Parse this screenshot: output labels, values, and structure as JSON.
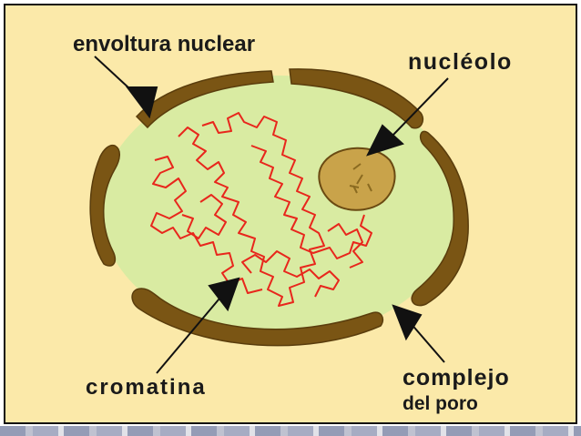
{
  "labels": {
    "envoltura": "envoltura nuclear",
    "nucleolo": "nucléolo",
    "cromatina": "cromatina",
    "complejo": "complejo",
    "poro": "del poro"
  },
  "colors": {
    "background": "#fbe9a9",
    "nucleoplasm": "#d9eba2",
    "envelope": "#7a5514",
    "nucleolus": "#c9a34a",
    "chromatin": "#e8261c",
    "arrow": "#111111"
  }
}
